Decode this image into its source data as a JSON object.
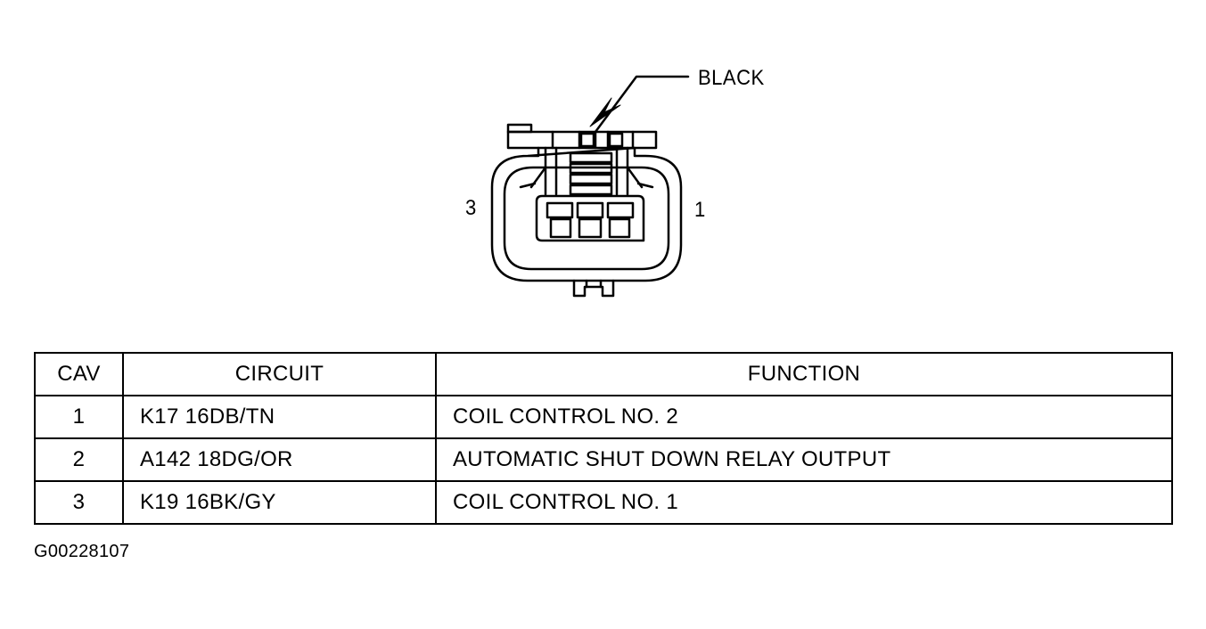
{
  "diagram": {
    "color_label": "BLACK",
    "pin_label_left": "3",
    "pin_label_right": "1"
  },
  "table": {
    "headers": [
      "CAV",
      "CIRCUIT",
      "FUNCTION"
    ],
    "rows": [
      {
        "cav": "1",
        "circuit": "K17 16DB/TN",
        "function": "COIL CONTROL NO. 2"
      },
      {
        "cav": "2",
        "circuit": "A142 18DG/OR",
        "function": "AUTOMATIC SHUT DOWN RELAY OUTPUT"
      },
      {
        "cav": "3",
        "circuit": "K19 16BK/GY",
        "function": "COIL CONTROL NO. 1"
      }
    ]
  },
  "figure_id": "G00228107"
}
